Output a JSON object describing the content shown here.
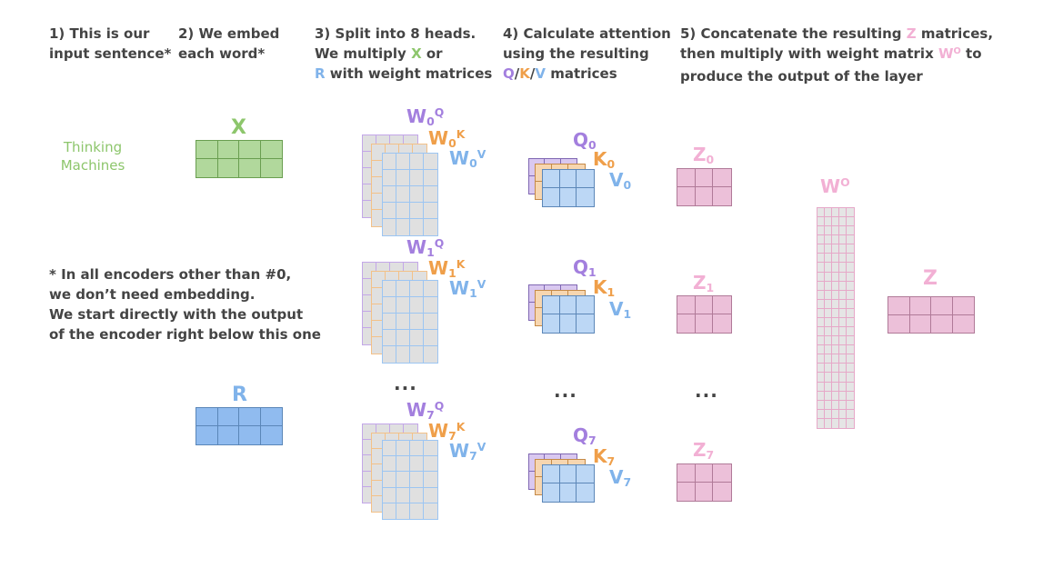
{
  "steps": [
    {
      "lines": [
        [
          {
            "t": "1) This is our"
          }
        ],
        [
          {
            "t": "input sentence*"
          }
        ]
      ]
    },
    {
      "lines": [
        [
          {
            "t": "2) We embed"
          }
        ],
        [
          {
            "t": "each word*"
          }
        ]
      ]
    },
    {
      "lines": [
        [
          {
            "t": "3) Split into 8 heads."
          }
        ],
        [
          {
            "t": "We multiply "
          },
          {
            "t": "X",
            "c": "x"
          },
          {
            "t": " or"
          }
        ],
        [
          {
            "t": "R",
            "c": "r"
          },
          {
            "t": " with weight matrices"
          }
        ]
      ]
    },
    {
      "lines": [
        [
          {
            "t": "4) Calculate attention"
          }
        ],
        [
          {
            "t": "using the resulting"
          }
        ],
        [
          {
            "t": "Q",
            "c": "q"
          },
          {
            "t": "/"
          },
          {
            "t": "K",
            "c": "k"
          },
          {
            "t": "/"
          },
          {
            "t": "V",
            "c": "v"
          },
          {
            "t": " matrices"
          }
        ]
      ]
    },
    {
      "lines": [
        [
          {
            "t": "5) Concatenate the resulting "
          },
          {
            "t": "Z",
            "c": "z"
          },
          {
            "t": " matrices,"
          }
        ],
        [
          {
            "t": "then multiply with weight matrix "
          },
          {
            "t": "W",
            "c": "z"
          },
          {
            "t": "O",
            "c": "z",
            "sup": true
          },
          {
            "t": " to"
          }
        ],
        [
          {
            "t": "produce the output of the layer"
          }
        ]
      ]
    }
  ],
  "input_words": [
    "Thinking",
    "Machines"
  ],
  "note_lines": [
    "* In all encoders other than #0,",
    "we don’t need embedding.",
    "We start directly with the output",
    "of the encoder right below this one"
  ],
  "labels": {
    "x": "X",
    "r": "R",
    "wo": {
      "base": "W",
      "sup": "O"
    },
    "z": "Z",
    "ellipsis": "..."
  },
  "heads": [
    {
      "index": "0",
      "wq": {
        "base": "W",
        "sub": "0",
        "sup": "Q"
      },
      "wk": {
        "base": "W",
        "sub": "0",
        "sup": "K"
      },
      "wv": {
        "base": "W",
        "sub": "0",
        "sup": "V"
      },
      "q": {
        "base": "Q",
        "sub": "0"
      },
      "k": {
        "base": "K",
        "sub": "0"
      },
      "v": {
        "base": "V",
        "sub": "0"
      },
      "z": {
        "base": "Z",
        "sub": "0"
      }
    },
    {
      "index": "1",
      "wq": {
        "base": "W",
        "sub": "1",
        "sup": "Q"
      },
      "wk": {
        "base": "W",
        "sub": "1",
        "sup": "K"
      },
      "wv": {
        "base": "W",
        "sub": "1",
        "sup": "V"
      },
      "q": {
        "base": "Q",
        "sub": "1"
      },
      "k": {
        "base": "K",
        "sub": "1"
      },
      "v": {
        "base": "V",
        "sub": "1"
      },
      "z": {
        "base": "Z",
        "sub": "1"
      }
    },
    {
      "index": "7",
      "wq": {
        "base": "W",
        "sub": "7",
        "sup": "Q"
      },
      "wk": {
        "base": "W",
        "sub": "7",
        "sup": "K"
      },
      "wv": {
        "base": "W",
        "sub": "7",
        "sup": "V"
      },
      "q": {
        "base": "Q",
        "sub": "7"
      },
      "k": {
        "base": "K",
        "sub": "7"
      },
      "v": {
        "base": "V",
        "sub": "7"
      },
      "z": {
        "base": "Z",
        "sub": "7"
      }
    }
  ],
  "colors": {
    "text": "#444444",
    "x": "#8dc66c",
    "r": "#80b3ea",
    "q": "#a37fde",
    "k": "#ef9f4a",
    "v": "#80b3ea",
    "z": "#f2b0d4"
  }
}
